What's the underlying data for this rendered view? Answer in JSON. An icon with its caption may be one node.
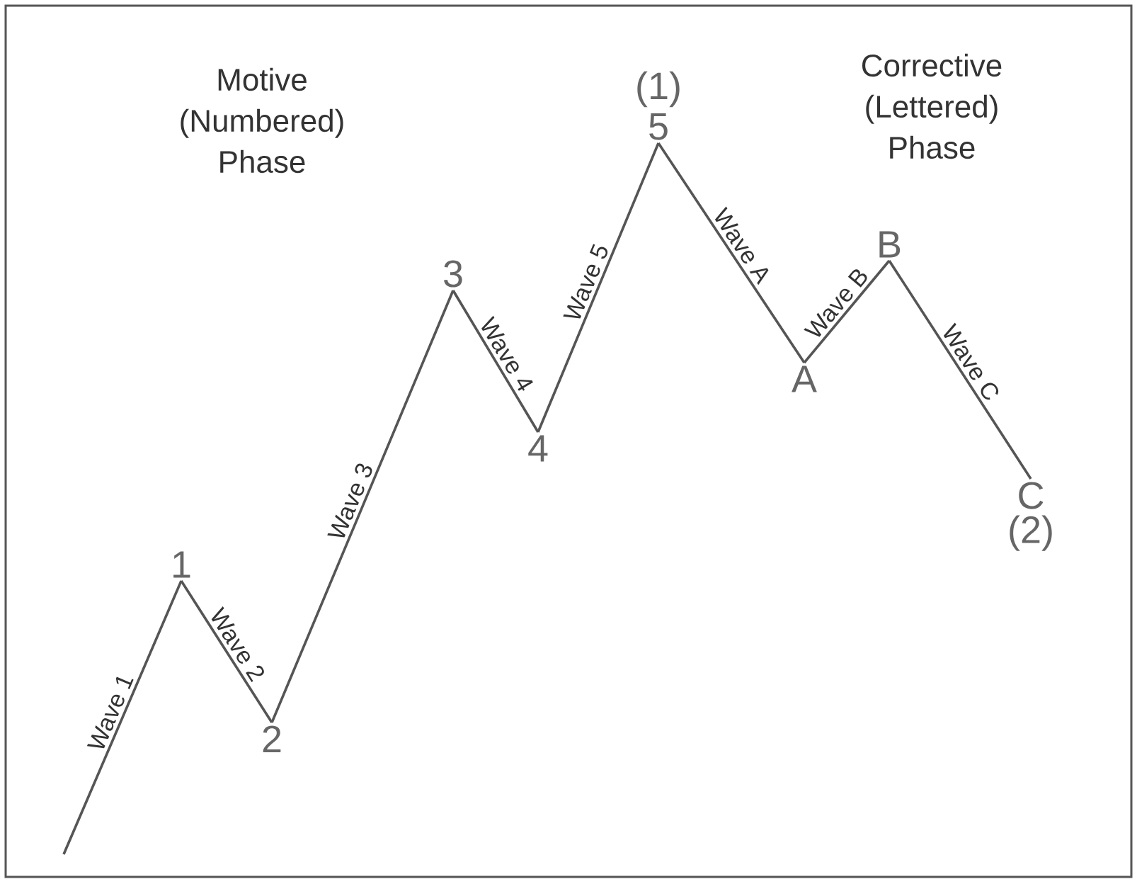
{
  "diagram": {
    "nodes": [
      {
        "text": [
          "1"
        ]
      },
      {
        "text": [
          "2"
        ]
      },
      {
        "text": [
          "3"
        ]
      },
      {
        "text": [
          "4"
        ]
      },
      {
        "text": [
          "5"
        ],
        "beside": [
          "(1)"
        ]
      },
      {
        "text": [
          "A"
        ]
      },
      {
        "text": [
          "B"
        ]
      },
      {
        "text": [
          "C"
        ],
        "beside": [
          "(2)"
        ]
      }
    ],
    "edges": [
      {
        "from": null,
        "to": 0,
        "arrow": "none",
        "label": "Wave 1"
      },
      {
        "from": 0,
        "to": 1,
        "arrow": "none",
        "label": "Wave 2"
      },
      {
        "from": 1,
        "to": 2,
        "arrow": "none",
        "label": "Wave 3"
      },
      {
        "from": 2,
        "to": 3,
        "arrow": "none",
        "label": "Wave 4"
      },
      {
        "from": 3,
        "to": 4,
        "arrow": "none",
        "label": "Wave 5"
      },
      {
        "from": 4,
        "to": 5,
        "arrow": "none",
        "label": "Wave A"
      },
      {
        "from": 5,
        "to": 6,
        "arrow": "none",
        "label": "Wave B"
      },
      {
        "from": 6,
        "to": 7,
        "arrow": "none",
        "label": "Wave C"
      }
    ],
    "labels": [
      "Motive (Numbered) Phase",
      "Corrective (Lettered) Phase"
    ]
  }
}
